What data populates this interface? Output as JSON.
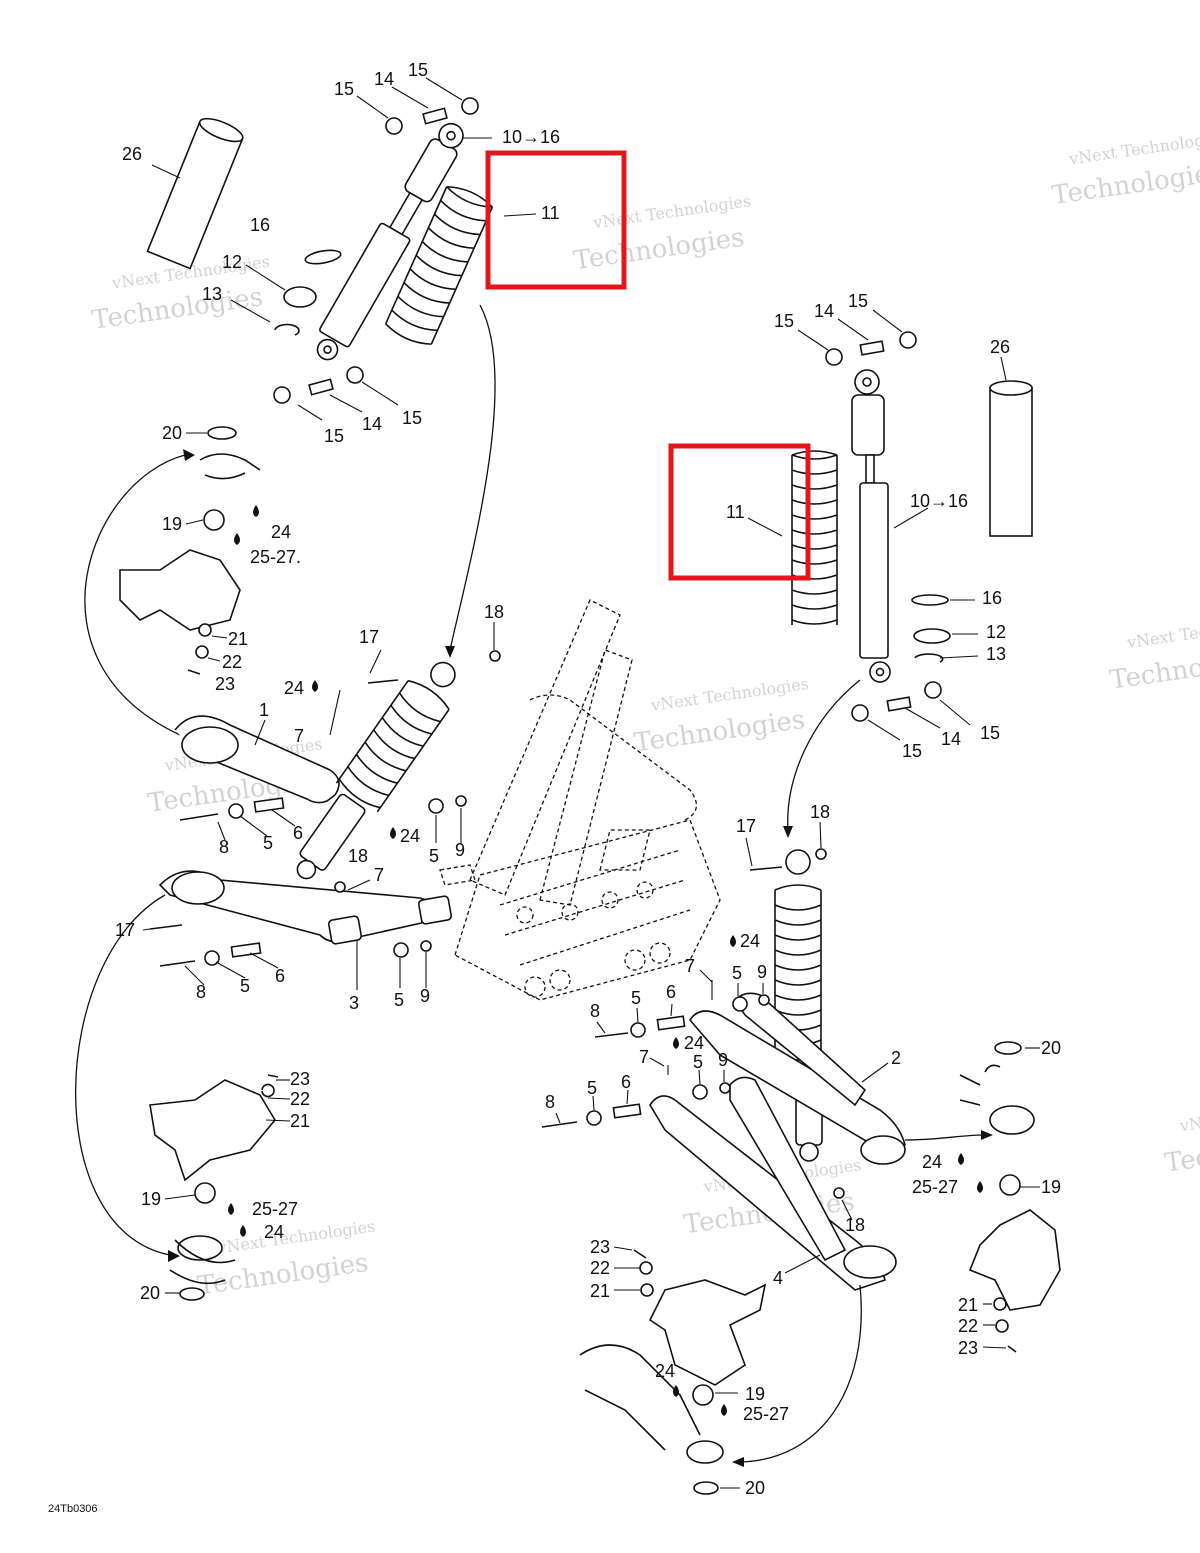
{
  "diagram_code": "24Tb0306",
  "watermark": {
    "line1": "vNext",
    "line2": "Technologies",
    "full": "vNext Technologies"
  },
  "highlight_color": "#e3161b",
  "callouts": {
    "c_15a": "15",
    "c_14a": "14",
    "c_15b": "15",
    "c_10_16a": "10→16",
    "c_26a": "26",
    "c_11a": "11",
    "c_16a": "16",
    "c_12a": "12",
    "c_13a": "13",
    "c_15c": "15",
    "c_14b": "14",
    "c_15d": "15",
    "c_20a": "20",
    "c_19a": "19",
    "c_24a": "24",
    "c_25_27a": "25-27.",
    "c_21a": "21",
    "c_22a": "22",
    "c_23a": "23",
    "c_17a": "17",
    "c_18a": "18",
    "c_24b": "24",
    "c_1": "1",
    "c_7a": "7",
    "c_8a": "8",
    "c_5a": "5",
    "c_6a": "6",
    "c_24c": "24",
    "c_5b": "5",
    "c_9a": "9",
    "c_18b": "18",
    "c_7b": "7",
    "c_17b": "17",
    "c_8b": "8",
    "c_5c": "5",
    "c_6b": "6",
    "c_3": "3",
    "c_5d": "5",
    "c_9b": "9",
    "c_23b": "23",
    "c_22b": "22",
    "c_21b": "21",
    "c_19b": "19",
    "c_25_27b": "25-27",
    "c_24d": "24",
    "c_20b": "20",
    "c_15e": "15",
    "c_14c": "14",
    "c_15f": "15",
    "c_26b": "26",
    "c_11b": "11",
    "c_10_16b": "10→16",
    "c_16b": "16",
    "c_12b": "12",
    "c_13b": "13",
    "c_15g": "15",
    "c_14d": "14",
    "c_15h": "15",
    "c_17c": "17",
    "c_18c": "18",
    "c_24e": "24",
    "c_7c": "7",
    "c_5e": "5",
    "c_9c": "9",
    "c_8c": "8",
    "c_5f": "5",
    "c_6c": "6",
    "c_24f": "24",
    "c_7d": "7",
    "c_5g": "5",
    "c_9d": "9",
    "c_8d": "8",
    "c_5h": "5",
    "c_6d": "6",
    "c_2": "2",
    "c_18d": "18",
    "c_4": "4",
    "c_20c": "20",
    "c_24g": "24",
    "c_25_27c": "25-27",
    "c_19c": "19",
    "c_21c": "21",
    "c_22c": "22",
    "c_23c": "23",
    "c_23d": "23",
    "c_22d": "22",
    "c_21d": "21",
    "c_24h": "24",
    "c_19d": "19",
    "c_25_27d": "25-27",
    "c_20d": "20"
  }
}
